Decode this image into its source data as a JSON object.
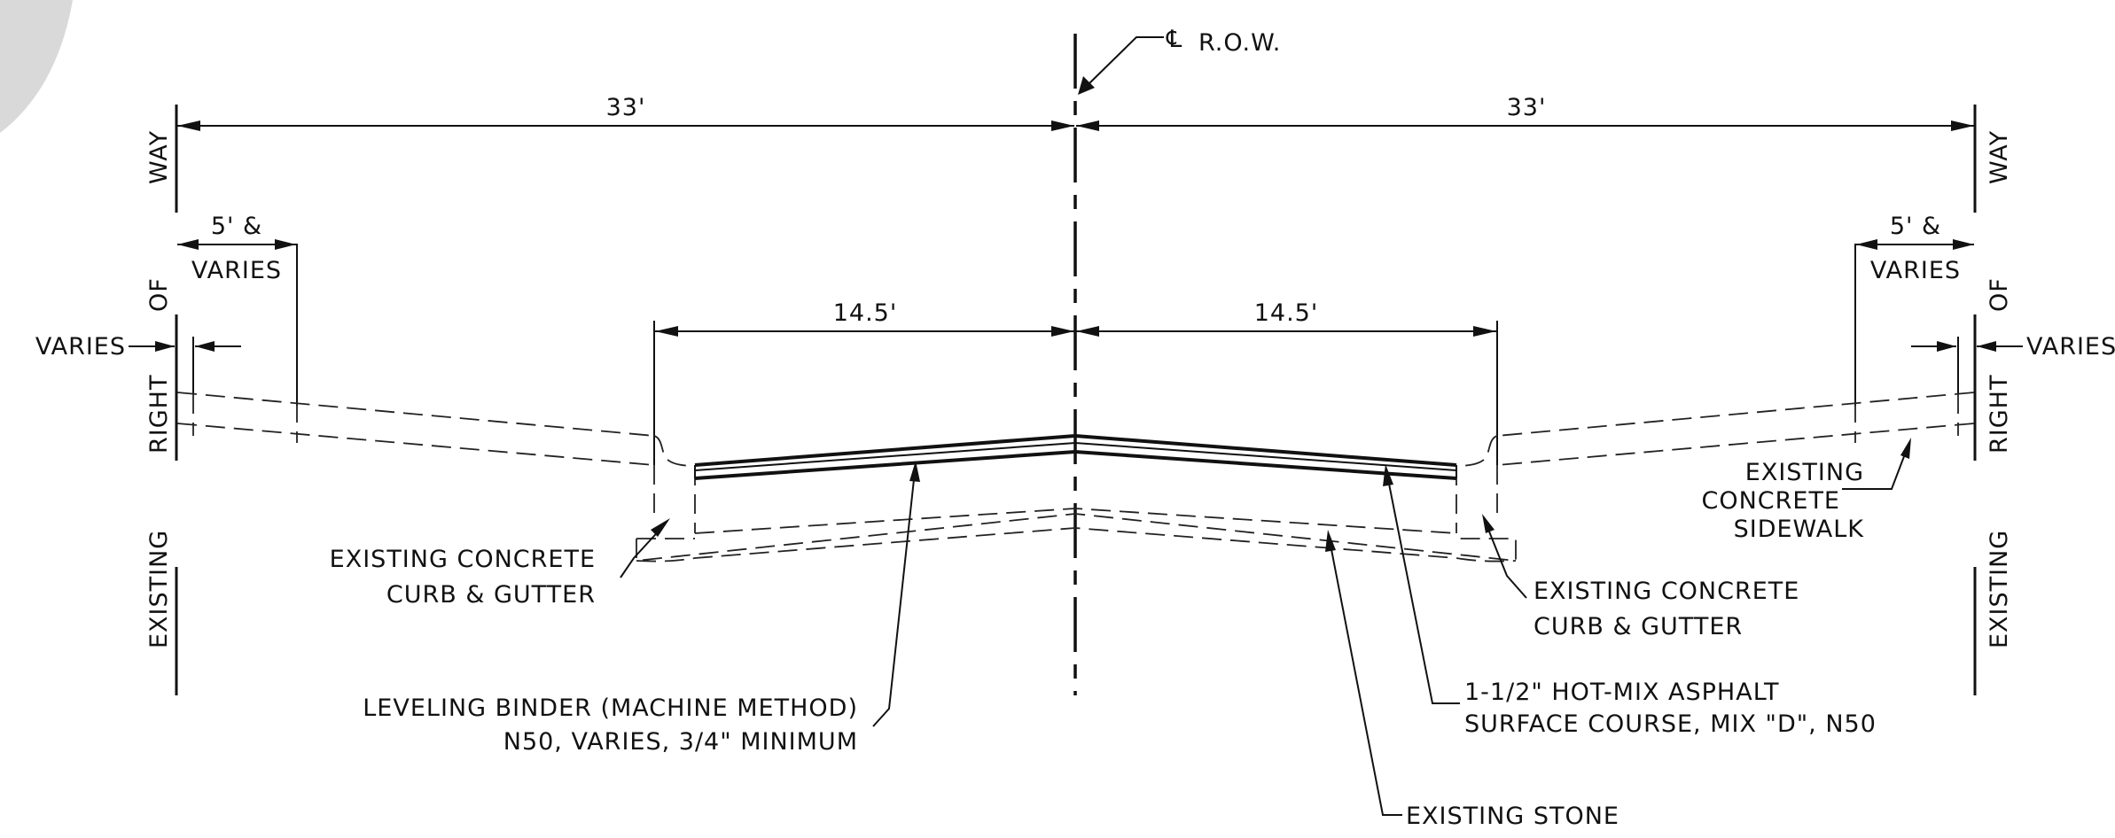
{
  "centerline": {
    "symbol": "℄",
    "label": "R.O.W."
  },
  "dimensions": {
    "row_left": "33'",
    "row_right": "33'",
    "pavement_left": "14.5'",
    "pavement_right": "14.5'",
    "sidewalk_left_line1": "5' &",
    "sidewalk_left_line2": "VARIES",
    "sidewalk_right_line1": "5' &",
    "sidewalk_right_line2": "VARIES",
    "offset_left": "VARIES",
    "offset_right": "VARIES"
  },
  "row_line_labels": {
    "left": [
      "WAY",
      "OF",
      "RIGHT",
      "EXISTING"
    ],
    "right": [
      "WAY",
      "OF",
      "RIGHT",
      "EXISTING"
    ]
  },
  "callouts": {
    "curb_left": [
      "EXISTING CONCRETE",
      "CURB & GUTTER"
    ],
    "curb_right": [
      "EXISTING CONCRETE",
      "CURB & GUTTER"
    ],
    "sidewalk_right": [
      "EXISTING",
      "CONCRETE",
      "SIDEWALK"
    ],
    "leveling_binder": [
      "LEVELING BINDER (MACHINE METHOD)",
      "N50, VARIES, 3/4\" MINIMUM"
    ],
    "surface_course": [
      "1-1/2\" HOT-MIX ASPHALT",
      "SURFACE COURSE, MIX \"D\", N50"
    ],
    "stone": [
      "EXISTING STONE"
    ]
  }
}
